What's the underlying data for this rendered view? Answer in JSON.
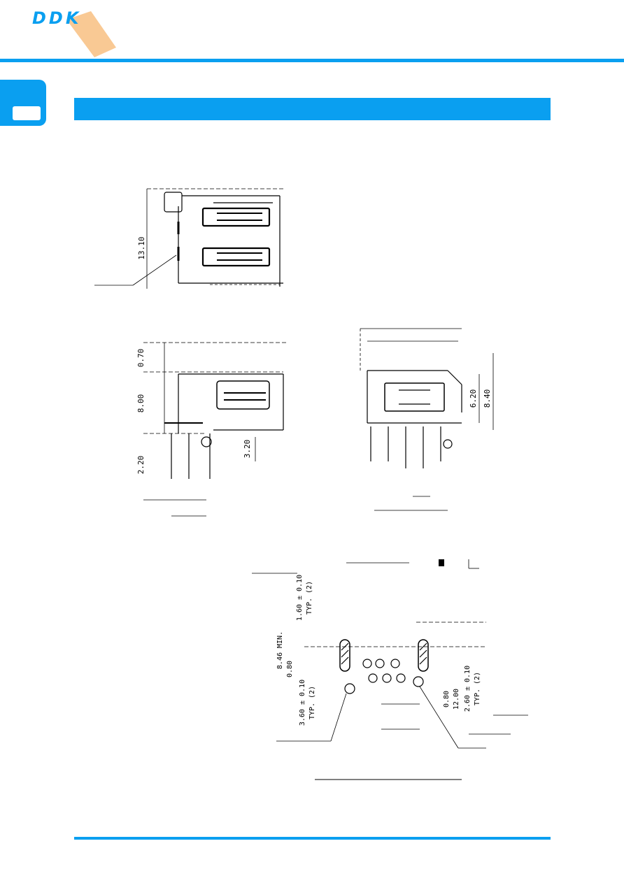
{
  "colors": {
    "accent": "#0a9ff0",
    "logo_orange": "#f9c994",
    "ink": "#000000"
  },
  "logo": {
    "text": "DDK"
  },
  "views": {
    "top": {
      "dim_height": "13.10"
    },
    "side": {
      "dim_a": "0.70",
      "dim_b": "8.00",
      "dim_c": "2.20",
      "dim_d": "3.20"
    },
    "front": {
      "dim_a": "6.20",
      "dim_b": "8.40"
    },
    "pcb": {
      "dim_pad": "1.60 ± 0.10",
      "dim_pad_typ": "TYP. (2)",
      "dim_min": "8.46 MIN.",
      "dim_small": "0.80",
      "dim_hole": "3.60 ± 0.10",
      "dim_hole_typ": "TYP. (2)",
      "dim_pitch": "0.80",
      "dim_span": "12.00",
      "dim_slot": "2.60 ± 0.10",
      "dim_slot_typ": "TYP. (2)"
    }
  }
}
